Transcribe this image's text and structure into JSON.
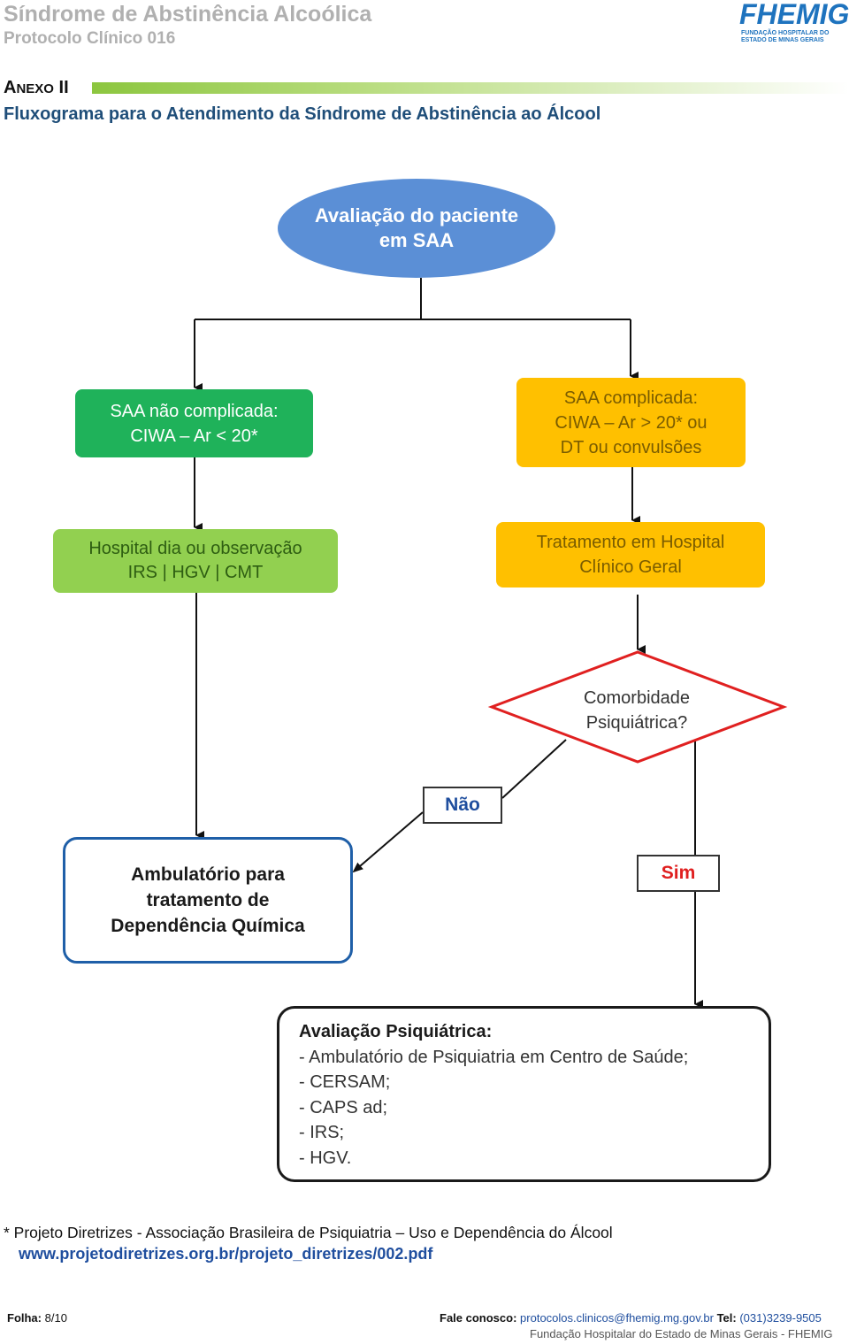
{
  "header": {
    "doc_title": "Síndrome de Abstinência Alcoólica",
    "doc_subtitle": "Protocolo Clínico 016",
    "logo": {
      "name": "FHEMIG",
      "line1": "FUNDAÇÃO HOSPITALAR DO",
      "line2": "ESTADO DE MINAS GERAIS"
    }
  },
  "section": {
    "anexo_a": "A",
    "anexo_rest": "NEXO",
    "anexo_num": "II",
    "title": "Fluxograma para o Atendimento da Síndrome de Abstinência ao Álcool"
  },
  "flow": {
    "start": {
      "line1": "Avaliação do paciente",
      "line2": "em SAA"
    },
    "uncomplicated": {
      "line1": "SAA não complicada:",
      "line2": "CIWA – Ar < 20*"
    },
    "complicated": {
      "line1": "SAA complicada:",
      "line2": "CIWA – Ar > 20* ou",
      "line3": "DT ou convulsões"
    },
    "day_hospital": {
      "line1": "Hospital dia ou observação",
      "line2": "IRS | HGV | CMT"
    },
    "general_hospital": {
      "line1": "Tratamento em Hospital",
      "line2": "Clínico Geral"
    },
    "decision": {
      "line1": "Comorbidade",
      "line2": "Psiquiátrica?"
    },
    "no_label": "Não",
    "yes_label": "Sim",
    "outpatient": {
      "line1": "Ambulatório para",
      "line2": "tratamento de",
      "line3": "Dependência Química"
    },
    "psych_eval": {
      "heading": "Avaliação Psiquiátrica:",
      "items": [
        "- Ambulatório de Psiquiatria em Centro de Saúde;",
        "- CERSAM;",
        "- CAPS ad;",
        "- IRS;",
        "- HGV."
      ]
    }
  },
  "footnote": {
    "text": "* Projeto Diretrizes - Associação Brasileira de Psiquiatria – Uso e Dependência do Álcool",
    "link": "www.projetodiretrizes.org.br/projeto_diretrizes/002.pdf"
  },
  "footer": {
    "folha_label": "Folha:",
    "folha_value": "8/10",
    "contact_label": "Fale conosco:",
    "contact_email": "protocolos.clinicos@fhemig.mg.gov.br",
    "tel_label": "Tel:",
    "tel_value": "(031)3239-9505",
    "foundation": "Fundação Hospitalar do Estado de Minas Gerais - FHEMIG"
  },
  "colors": {
    "start": "#5b8fd6",
    "uncomplicated": "#1fb25a",
    "day_hospital": "#92d050",
    "complicated": "#ffc000",
    "decision_border": "#e02020",
    "outpatient_border": "#1f5fa8"
  }
}
